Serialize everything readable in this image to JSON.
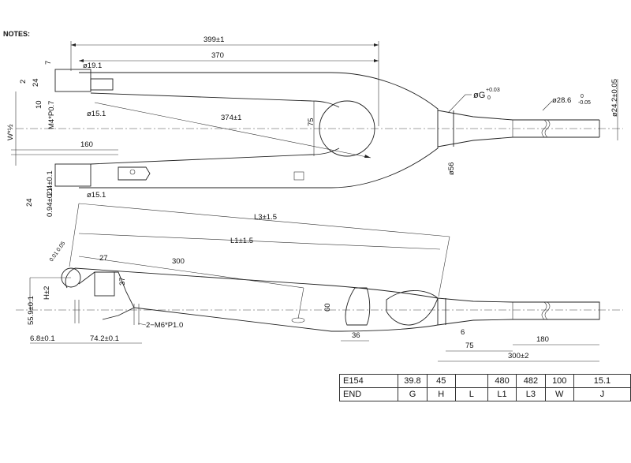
{
  "notes_label": "NOTES:",
  "dims": {
    "overall_length": "399±1",
    "inner_length": "370",
    "dia_19": "ø19.1",
    "dia_15_top": "ø15.1",
    "dia_15_bot": "ø15.1",
    "len_374": "374±1",
    "dim_75_vert": "75",
    "dia_g": "øG",
    "g_tol_plus": "+0.03",
    "g_tol_zero": "0",
    "dia_28": "ø28.6",
    "tol_28_zero": "0",
    "tol_28_minus": "-0.05",
    "dia_24": "ø24.2±0.05",
    "dia_56": "ø56",
    "dim_7": "7",
    "dim_2": "2",
    "dim_24_top": "24",
    "dim_10": "10",
    "thread_m4": "M4*P0.7",
    "w_half": "W*½",
    "dim_160": "160",
    "dim_24_bot": "24",
    "dim_2_4": "2.4±0.1",
    "dim_094": "0.94±0.1",
    "l3": "L3±1.5",
    "l1": "L1±1.5",
    "dim_27": "27",
    "dim_300_slant": "300",
    "dim_37": "37",
    "h2": "H±2",
    "dim_559": "55.9±0.1",
    "dim_60": "60",
    "flatness": "0.01 0.05",
    "dim_68": "6.8±0.1",
    "dim_742": "74.2±0.1",
    "thread_m6": "2−M6*P1.0",
    "dim_36": "36",
    "dim_6": "6",
    "dim_75_bot": "75",
    "dim_180": "180",
    "dim_300_bot": "300±2"
  },
  "table": {
    "row1": [
      "E154",
      "39.8",
      "45",
      "",
      "480",
      "482",
      "100",
      "15.1"
    ],
    "row2": [
      "END",
      "G",
      "H",
      "L",
      "L1",
      "L3",
      "W",
      "J"
    ]
  }
}
